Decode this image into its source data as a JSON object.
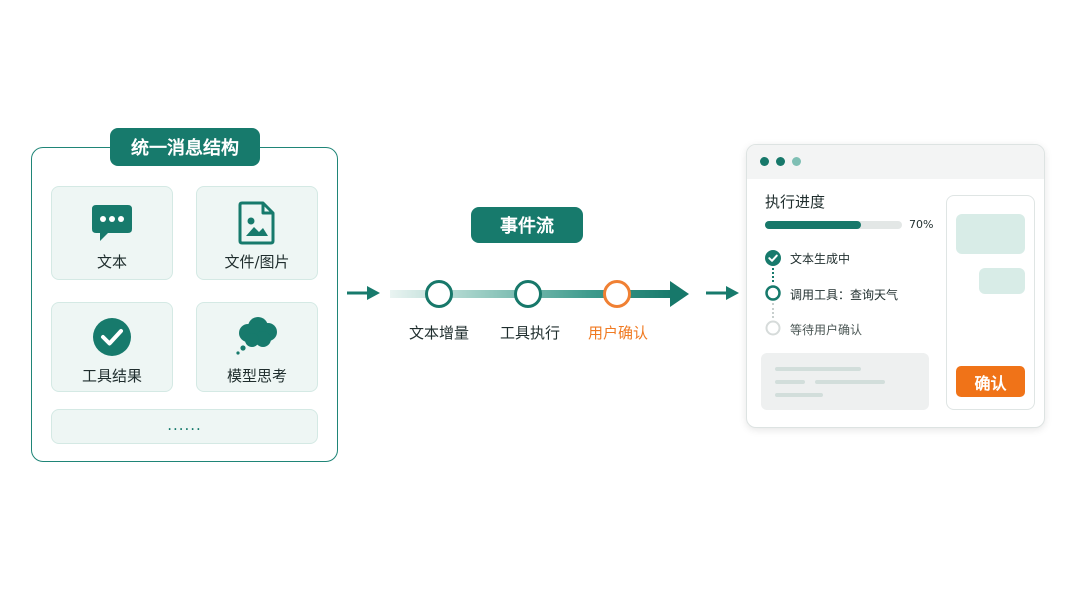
{
  "panel": {
    "title": "统一消息结构",
    "cards": [
      {
        "label": "文本",
        "icon": "chat-bubble-icon"
      },
      {
        "label": "文件/图片",
        "icon": "image-file-icon"
      },
      {
        "label": "工具结果",
        "icon": "check-circle-icon"
      },
      {
        "label": "模型思考",
        "icon": "thought-cloud-icon"
      }
    ],
    "more": "......"
  },
  "flow": {
    "title": "事件流",
    "steps": [
      {
        "label": "文本增量",
        "color": "#17786a"
      },
      {
        "label": "工具执行",
        "color": "#17786a"
      },
      {
        "label": "用户确认",
        "color": "#f08033"
      }
    ]
  },
  "window": {
    "dot_colors": [
      "#17786a",
      "#17786a",
      "#7fbfb4"
    ],
    "progress": {
      "title": "执行进度",
      "value": 0.7,
      "label": "70%"
    },
    "steps": [
      {
        "label": "文本生成中",
        "state": "done"
      },
      {
        "label": "调用工具：查询天气",
        "state": "active"
      },
      {
        "label": "等待用户确认",
        "state": "pending"
      }
    ],
    "confirm_label": "确认"
  },
  "colors": {
    "primary": "#177a6c",
    "accent": "#f07318",
    "card_bg": "#eef6f4"
  }
}
